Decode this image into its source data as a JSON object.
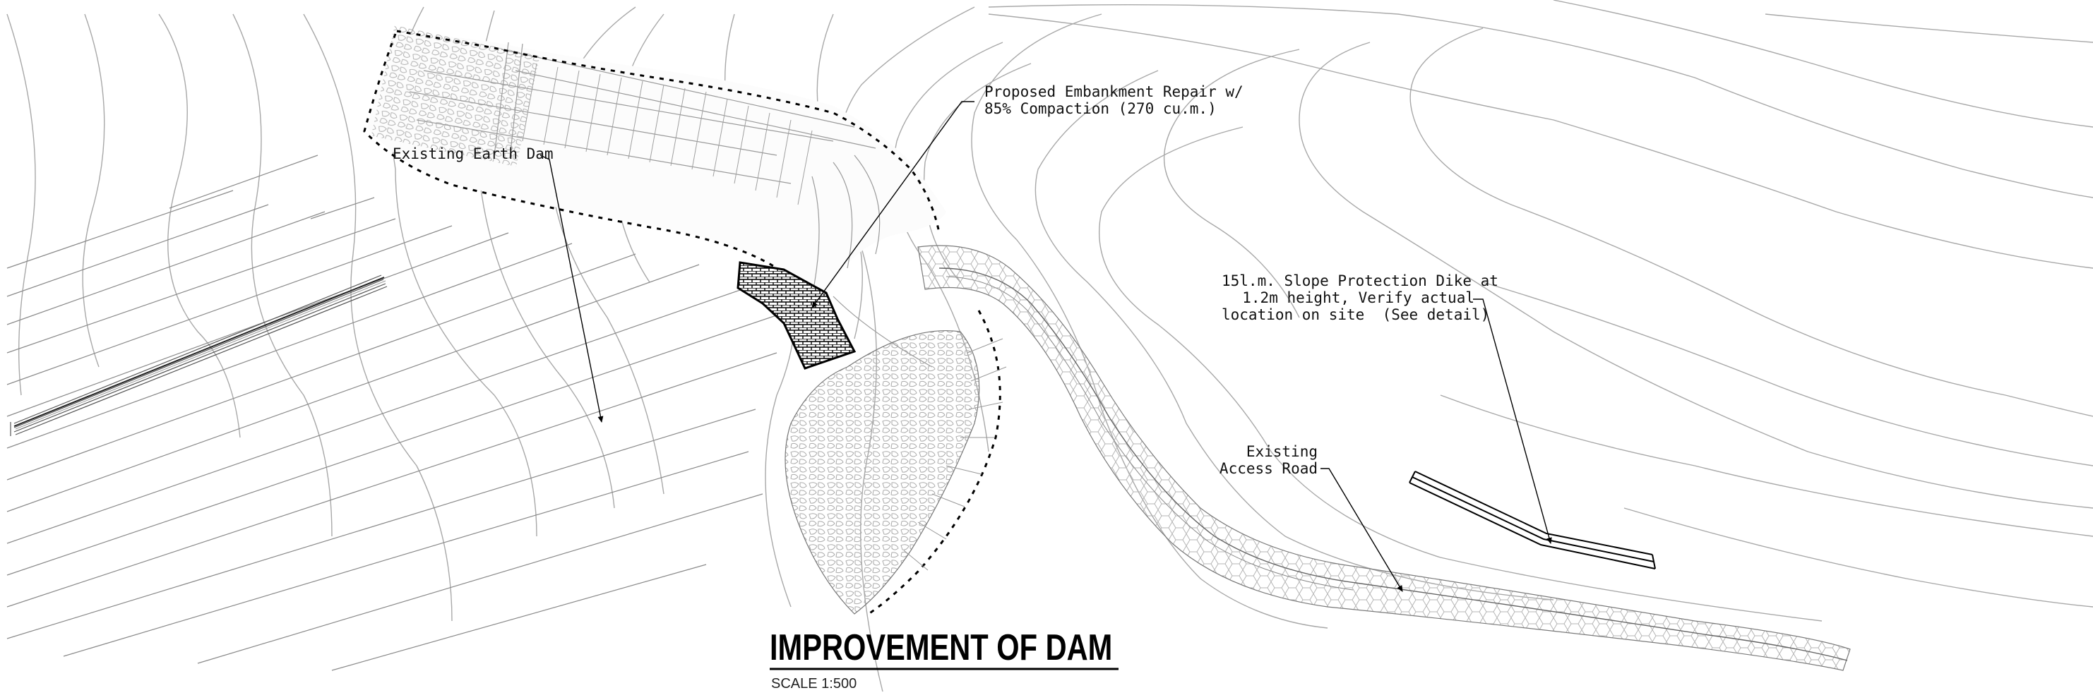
{
  "labels": {
    "existing_earth_dam": "Existing Earth Dam",
    "embankment_repair_line1": "Proposed Embankment Repair w/",
    "embankment_repair_line2": "85% Compaction (270 cu.m.)",
    "slope_dike_line1": "15l.m. Slope Protection Dike at",
    "slope_dike_line2": "1.2m height, Verify actual",
    "slope_dike_line3": "location on site  (See detail)",
    "access_road_line1": "Existing",
    "access_road_line2": "Access Road"
  },
  "title_block": {
    "title": "IMPROVEMENT OF DAM",
    "scale": "SCALE 1:500"
  },
  "colors": {
    "linework": "#000000",
    "contour": "#9a9a9a",
    "hatch": "#bdbdbd"
  }
}
